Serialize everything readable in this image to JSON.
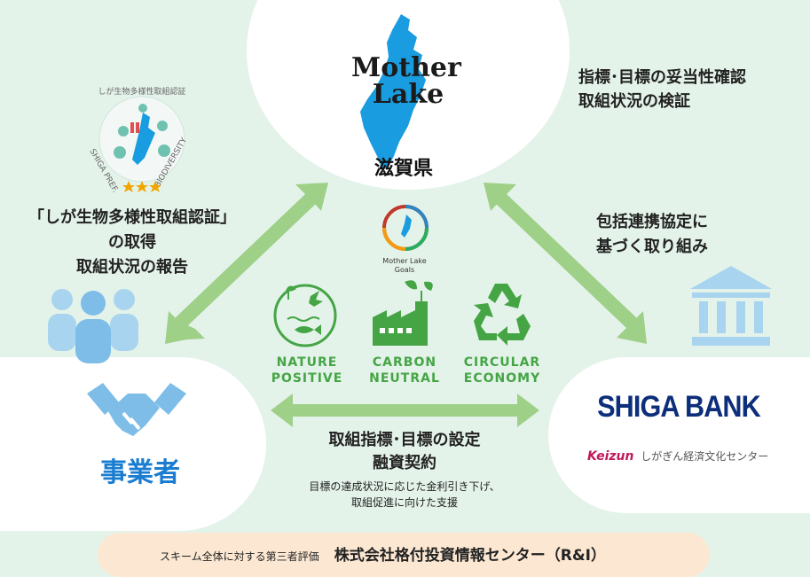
{
  "top": {
    "logo_line1": "Mother",
    "logo_line2": "Lake",
    "prefecture": "滋賀県"
  },
  "left": {
    "badge_top": "しが生物多様性取組認証",
    "badge_left": "SHIGA PREF.",
    "badge_right": "BIODIVERSITY",
    "line1": "「しが生物多様性取組認証」",
    "line2": "の取得",
    "line3": "取組状況の報告"
  },
  "right": {
    "line1": "指標･目標の妥当性確認",
    "line2": "取組状況の検証",
    "line3": "包括連携協定に",
    "line4": "基づく取り組み"
  },
  "center": {
    "mlg_label1": "Mother Lake",
    "mlg_label2": "Goals",
    "goals": [
      {
        "line1": "NATURE",
        "line2": "POSITIVE"
      },
      {
        "line1": "CARBON",
        "line2": "NEUTRAL"
      },
      {
        "line1": "CIRCULAR",
        "line2": "ECONOMY"
      }
    ],
    "contract1": "取組指標･目標の設定",
    "contract2": "融資契約",
    "note1": "目標の達成状況に応じた金利引き下げ、",
    "note2": "取組促進に向けた支援"
  },
  "business": {
    "label": "事業者"
  },
  "bank": {
    "name": "SHIGA BANK",
    "sub_brand": "Keizun",
    "sub_name": "しがぎん経済文化センター"
  },
  "footer": {
    "small": "スキーム全体に対する第三者評価",
    "main": "株式会社格付投資情報センター（R&I）"
  },
  "colors": {
    "background": "#e4f3ea",
    "green": "#45a545",
    "arrow": "#9fd088",
    "blue": "#1a7dd1",
    "navy": "#0d2e7a",
    "footer": "#fce8d2"
  }
}
